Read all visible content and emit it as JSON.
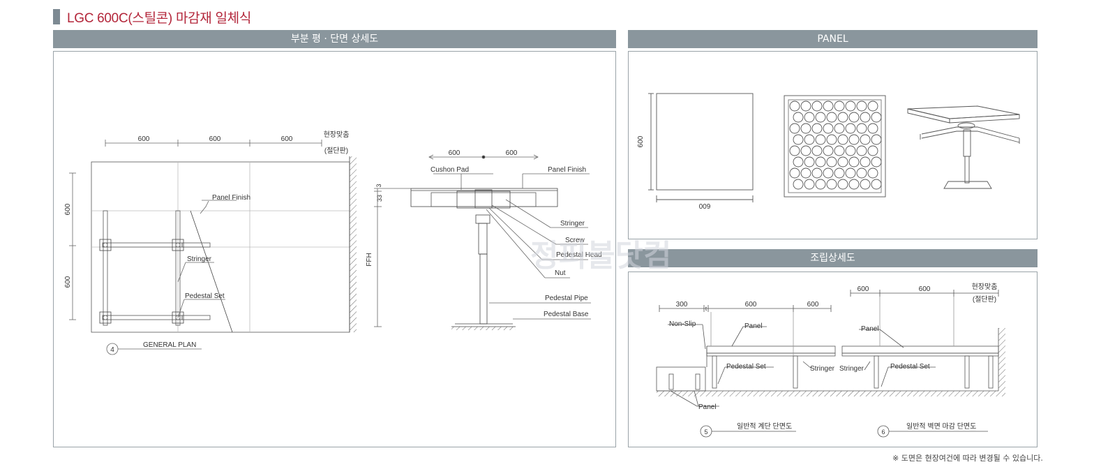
{
  "page": {
    "title": "LGC 600C(스틸콘) 마감재 일체식",
    "note": "※ 도면은 현장여건에 따라 변경될 수 있습니다.",
    "watermark": "정피블닷컴"
  },
  "plan_section": {
    "header": "부분 평 · 단면 상세도",
    "plan": {
      "dims_top": [
        "600",
        "600",
        "600"
      ],
      "site_fit": "현장맞춤",
      "site_fit_sub": "(절단판)",
      "dims_left": [
        "600",
        "600"
      ],
      "labels": {
        "panel_finish": "Panel Finish",
        "stringer": "Stringer",
        "pedestal_set": "Pedestal Set"
      },
      "callout_number": "4",
      "callout_title": "GENERAL PLAN"
    },
    "section": {
      "dims_top": [
        "600",
        "600"
      ],
      "dim_3": "3",
      "dim_33": "33",
      "ffh": "FFH",
      "labels": {
        "cushion_pad": "Cushon Pad",
        "panel_finish": "Panel Finish",
        "stringer": "Stringer",
        "screw": "Screw",
        "pedestal_head": "Pedestal Head",
        "nut": "Nut",
        "pedestal_pipe": "Pedestal Pipe",
        "pedestal_base": "Pedestal Base"
      }
    }
  },
  "panel_section": {
    "header": "PANEL",
    "dim_side": "600",
    "dim_bottom": "600"
  },
  "assembly_section": {
    "header": "조립상세도",
    "left": {
      "dims": [
        "300",
        "600",
        "600"
      ],
      "dim_t": "t",
      "labels": {
        "non_slip": "Non-Slip",
        "panel": "Panel",
        "pedestal_set": "Pedestal Set",
        "stringer": "Stringer",
        "panel_bottom": "Panel"
      },
      "callout_number": "5",
      "callout_title": "일반적 계단 단면도"
    },
    "right": {
      "dims": [
        "600",
        "600"
      ],
      "site_fit": "현장맞춤",
      "site_fit_sub": "(절단판)",
      "labels": {
        "panel": "Panel",
        "stringer": "Stringer",
        "pedestal_set": "Pedestal Set"
      },
      "callout_number": "6",
      "callout_title": "일반적 벽면 마감 단면도"
    }
  }
}
